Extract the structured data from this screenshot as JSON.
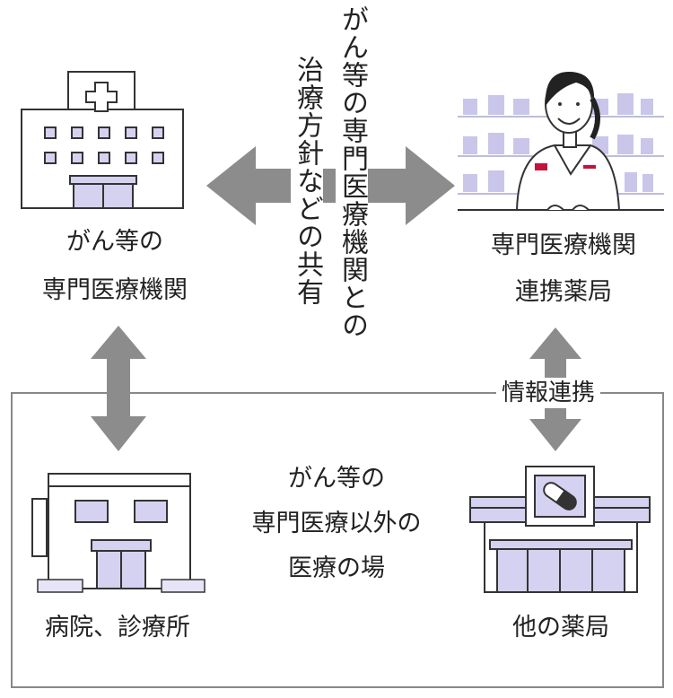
{
  "colors": {
    "arrow": "#8c8c8c",
    "accent": "#d4d2f0",
    "line": "#333333",
    "frame": "#888888",
    "shelf_item": "#c9c6ea",
    "brand_red": "#c0143c"
  },
  "top_left": {
    "line1": "がん等の",
    "line2": "専門医療機関",
    "icon": "hospital-icon"
  },
  "top_right": {
    "line1": "専門医療機関",
    "line2": "連携薬局",
    "icon": "pharmacist-icon"
  },
  "center_vertical": {
    "col_right": "がん等の専門医療機関との",
    "col_left": "治療方針などの共有"
  },
  "region": {
    "tag": "情報連携",
    "center_line1": "がん等の",
    "center_line2": "専門医療以外の",
    "center_line3": "医療の場"
  },
  "bottom_left": {
    "label": "病院、診療所",
    "icon": "clinic-icon"
  },
  "bottom_right": {
    "label": "他の薬局",
    "icon": "pharmacy-store-icon"
  }
}
